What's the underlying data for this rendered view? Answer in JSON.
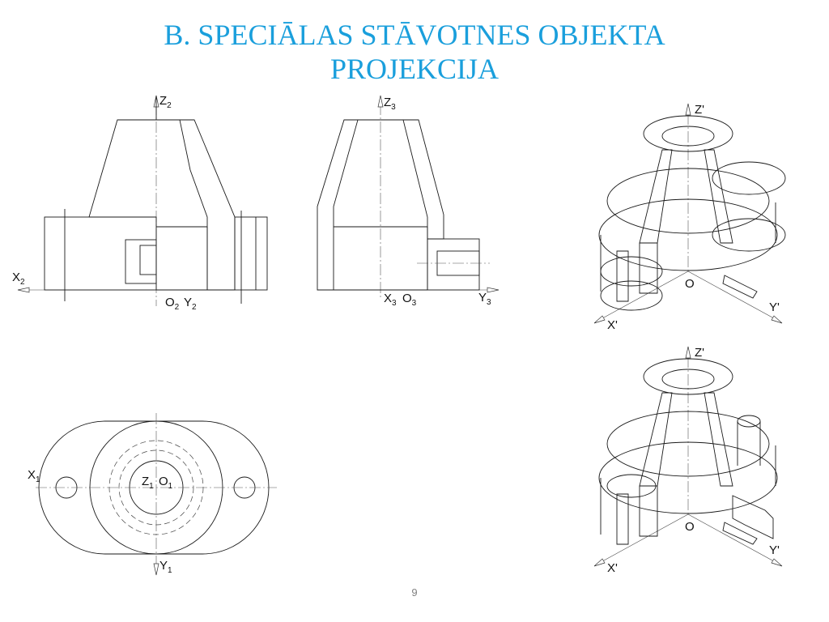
{
  "title": "B. SPECIĀLAS STĀVOTNES OBJEKTA PROJEKCIJA",
  "page_number": "9",
  "front_view": {
    "z_axis": {
      "main": "Z",
      "sub": "2"
    },
    "x_axis": {
      "main": "X",
      "sub": "2"
    },
    "origin": {
      "main": "O",
      "sub": "2"
    },
    "y_axis": {
      "main": "Y",
      "sub": "2"
    }
  },
  "side_view": {
    "z_axis": {
      "main": "Z",
      "sub": "3"
    },
    "x_axis": {
      "main": "X",
      "sub": "3"
    },
    "origin": {
      "main": "O",
      "sub": "3"
    },
    "y_axis": {
      "main": "Y",
      "sub": "3"
    }
  },
  "top_view": {
    "x_axis": {
      "main": "X",
      "sub": "1"
    },
    "z_axis": {
      "main": "Z",
      "sub": "1"
    },
    "origin": {
      "main": "O",
      "sub": "1"
    },
    "y_axis": {
      "main": "Y",
      "sub": "1"
    }
  },
  "iso_upper": {
    "z": "Z'",
    "o": "O",
    "y": "Y'",
    "x": "X'"
  },
  "iso_lower": {
    "z": "Z'",
    "o": "O",
    "y": "Y'",
    "x": "X'"
  }
}
